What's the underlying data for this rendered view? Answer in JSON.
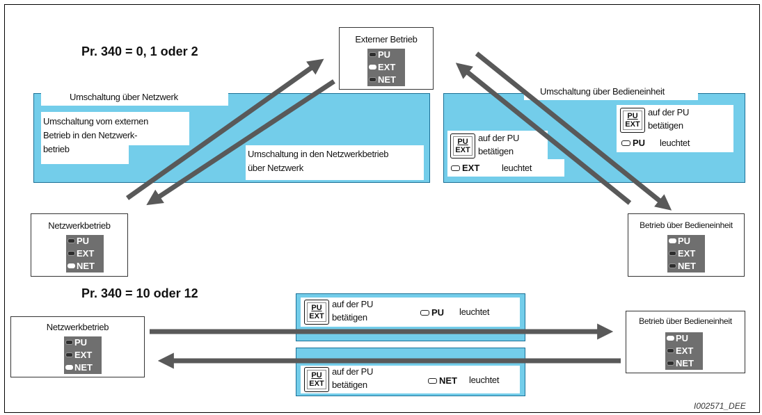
{
  "top_heading": "Pr. 340 = 0, 1 oder 2",
  "bottom_heading": "Pr. 340 = 10 oder 12",
  "external_box": {
    "title": "Externer Betrieb",
    "leds": [
      {
        "label": "PU",
        "on": false
      },
      {
        "label": "EXT",
        "on": true
      },
      {
        "label": "NET",
        "on": false
      }
    ]
  },
  "network_box_top": {
    "title": "Netzwerkbetrieb",
    "leds": [
      {
        "label": "PU",
        "on": false
      },
      {
        "label": "EXT",
        "on": false
      },
      {
        "label": "NET",
        "on": true
      }
    ]
  },
  "pu_box_top": {
    "title": "Betrieb über Bedieneinheit",
    "leds": [
      {
        "label": "PU",
        "on": true
      },
      {
        "label": "EXT",
        "on": false
      },
      {
        "label": "NET",
        "on": false
      }
    ]
  },
  "network_box_bottom": {
    "title": "Netzwerkbetrieb",
    "leds": [
      {
        "label": "PU",
        "on": false
      },
      {
        "label": "EXT",
        "on": false
      },
      {
        "label": "NET",
        "on": true
      }
    ]
  },
  "pu_box_bottom": {
    "title": "Betrieb über Bedieneinheit",
    "leds": [
      {
        "label": "PU",
        "on": true
      },
      {
        "label": "EXT",
        "on": false
      },
      {
        "label": "NET",
        "on": false
      }
    ]
  },
  "left_panel": {
    "title": "Umschaltung über Netzwerk",
    "text_a": [
      "Umschaltung vom externen",
      "Betrieb in den Netzwerk-",
      "betrieb"
    ],
    "text_b": [
      "Umschaltung in den Netzwerkbetrieb",
      "über Netzwerk"
    ]
  },
  "right_panel": {
    "title": "Umschaltung über Bedieneinheit",
    "upper": {
      "lines": [
        "auf der PU",
        "betätigen"
      ],
      "led": "PU",
      "status": "leuchtet"
    },
    "lower": {
      "lines": [
        "auf der PU",
        "betätigen"
      ],
      "led": "EXT",
      "status": "leuchtet"
    }
  },
  "key": {
    "top": "PU",
    "bottom": "EXT"
  },
  "bottom_to_pu": {
    "lines": [
      "auf der PU",
      "betätigen"
    ],
    "led": "PU",
    "status": "leuchtet"
  },
  "bottom_to_net": {
    "lines": [
      "auf der PU",
      "betätigen"
    ],
    "led": "NET",
    "status": "leuchtet"
  },
  "caption": "I002571_DEE",
  "colors": {
    "panel": "#73cdea",
    "arrow": "#595959"
  }
}
